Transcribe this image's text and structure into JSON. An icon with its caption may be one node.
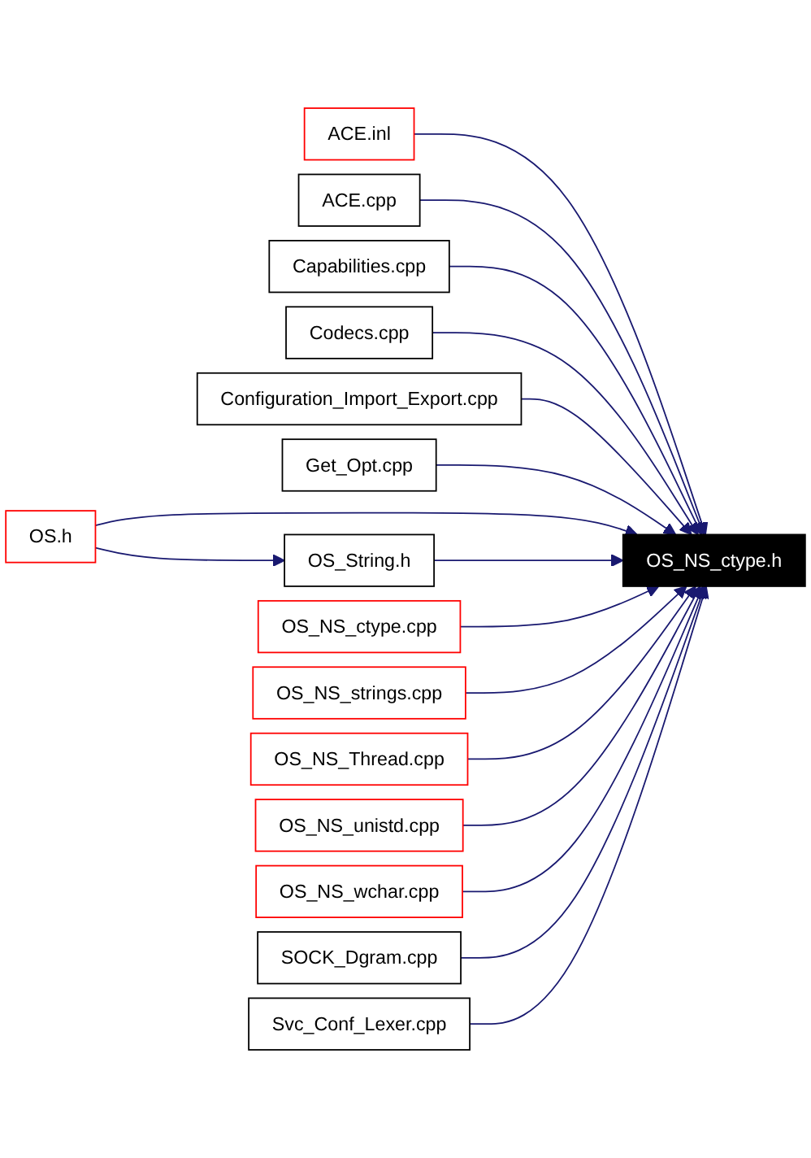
{
  "diagram": {
    "nodes": [
      {
        "text": [
          "ACE.inl"
        ]
      },
      {
        "text": [
          "ACE.cpp"
        ]
      },
      {
        "text": [
          "Capabilities.cpp"
        ]
      },
      {
        "text": [
          "Codecs.cpp"
        ]
      },
      {
        "text": [
          "Configuration_Import_Export.cpp"
        ]
      },
      {
        "text": [
          "Get_Opt.cpp"
        ]
      },
      {
        "text": [
          "OS.h"
        ]
      },
      {
        "text": [
          "OS_String.h"
        ]
      },
      {
        "text": [
          "OS_NS_ctype.h"
        ]
      },
      {
        "text": [
          "OS_NS_ctype.cpp"
        ]
      },
      {
        "text": [
          "OS_NS_strings.cpp"
        ]
      },
      {
        "text": [
          "OS_NS_Thread.cpp"
        ]
      },
      {
        "text": [
          "OS_NS_unistd.cpp"
        ]
      },
      {
        "text": [
          "OS_NS_wchar.cpp"
        ]
      },
      {
        "text": [
          "SOCK_Dgram.cpp"
        ]
      },
      {
        "text": [
          "Svc_Conf_Lexer.cpp"
        ]
      }
    ],
    "edges": [
      {
        "from": 0,
        "to": 8,
        "arrow": "to"
      },
      {
        "from": 1,
        "to": 8,
        "arrow": "to"
      },
      {
        "from": 2,
        "to": 8,
        "arrow": "to"
      },
      {
        "from": 3,
        "to": 8,
        "arrow": "to"
      },
      {
        "from": 4,
        "to": 8,
        "arrow": "to"
      },
      {
        "from": 5,
        "to": 8,
        "arrow": "to"
      },
      {
        "from": 6,
        "to": 8,
        "arrow": "to"
      },
      {
        "from": 6,
        "to": 7,
        "arrow": "to"
      },
      {
        "from": 7,
        "to": 8,
        "arrow": "to"
      },
      {
        "from": 9,
        "to": 8,
        "arrow": "to"
      },
      {
        "from": 10,
        "to": 8,
        "arrow": "to"
      },
      {
        "from": 11,
        "to": 8,
        "arrow": "to"
      },
      {
        "from": 12,
        "to": 8,
        "arrow": "to"
      },
      {
        "from": 13,
        "to": 8,
        "arrow": "to"
      },
      {
        "from": 14,
        "to": 8,
        "arrow": "to"
      },
      {
        "from": 15,
        "to": 8,
        "arrow": "to"
      }
    ]
  }
}
